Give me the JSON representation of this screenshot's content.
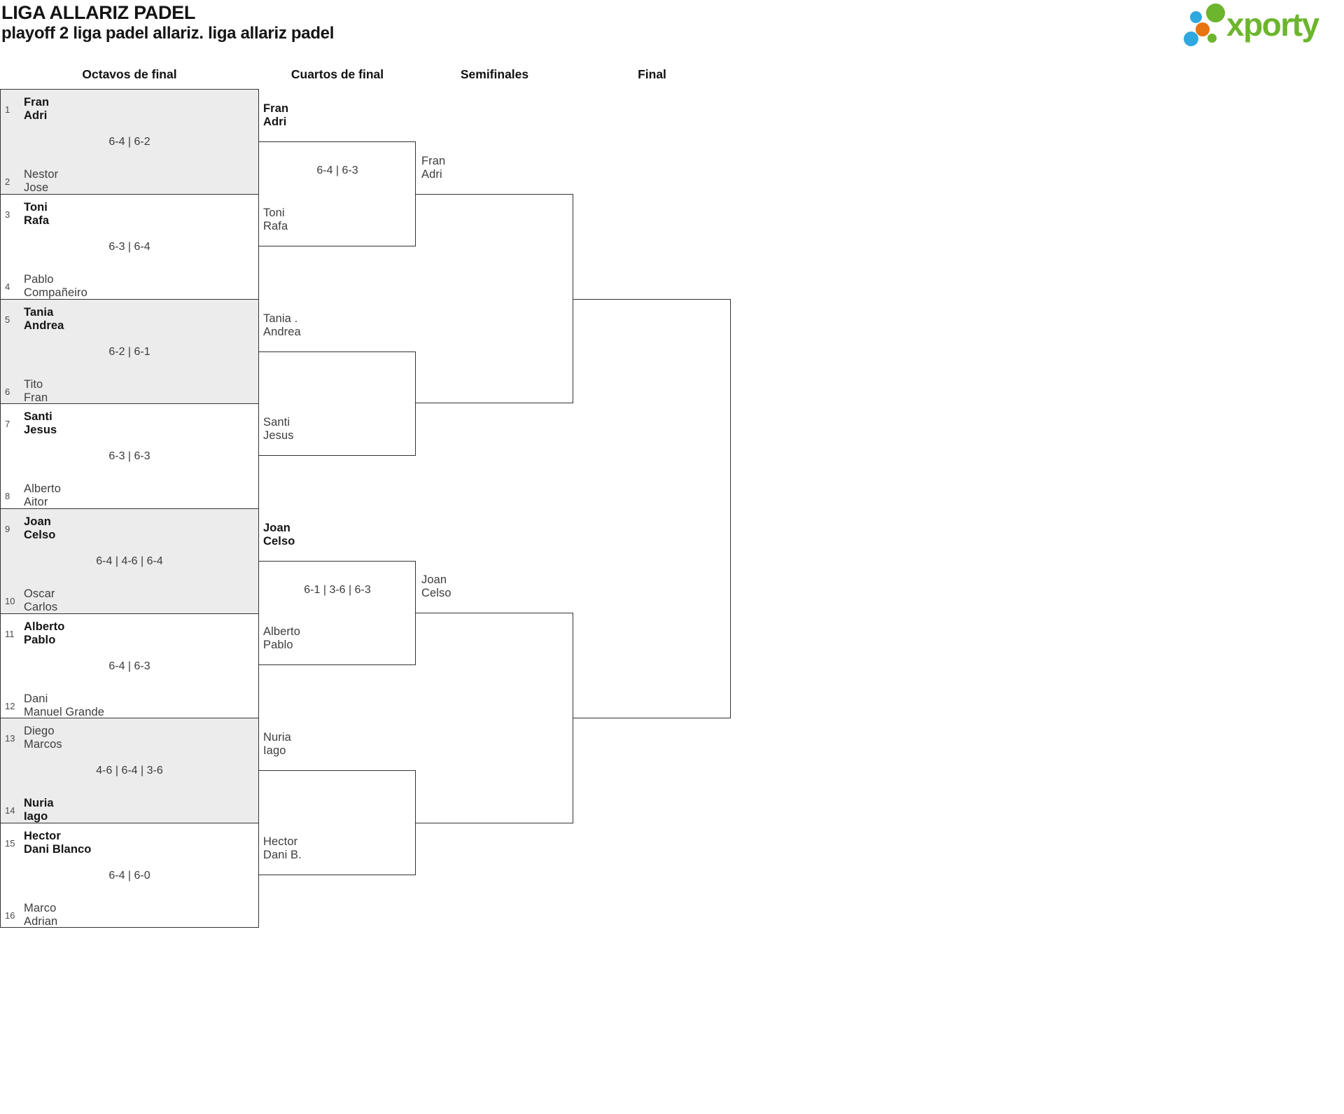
{
  "header": {
    "title": "LIGA ALLARIZ PADEL",
    "subtitle": "playoff 2 liga padel allariz. liga allariz padel"
  },
  "logo": {
    "wordmark": "xporty"
  },
  "rounds": [
    {
      "label": "Octavos de final"
    },
    {
      "label": "Cuartos de final"
    },
    {
      "label": "Semifinales"
    },
    {
      "label": "Final"
    }
  ],
  "octavos": [
    {
      "seed_top": "1",
      "top": [
        "Fran",
        "Adri"
      ],
      "score": "6-4 | 6-2",
      "seed_bottom": "2",
      "bottom": [
        "Nestor",
        "Jose"
      ]
    },
    {
      "seed_top": "3",
      "top": [
        "Toni",
        "Rafa"
      ],
      "score": "6-3 | 6-4",
      "seed_bottom": "4",
      "bottom": [
        "Pablo",
        "Compañeiro"
      ]
    },
    {
      "seed_top": "5",
      "top": [
        "Tania",
        "Andrea"
      ],
      "score": "6-2 | 6-1",
      "seed_bottom": "6",
      "bottom": [
        "Tito",
        "Fran"
      ]
    },
    {
      "seed_top": "7",
      "top": [
        "Santi",
        "Jesus"
      ],
      "score": "6-3 | 6-3",
      "seed_bottom": "8",
      "bottom": [
        "Alberto",
        "Aitor"
      ]
    },
    {
      "seed_top": "9",
      "top": [
        "Joan",
        "Celso"
      ],
      "score": "6-4 | 4-6 | 6-4",
      "seed_bottom": "10",
      "bottom": [
        "Oscar",
        "Carlos"
      ]
    },
    {
      "seed_top": "11",
      "top": [
        "Alberto",
        "Pablo"
      ],
      "score": "6-4 | 6-3",
      "seed_bottom": "12",
      "bottom": [
        "Dani",
        "Manuel Grande"
      ]
    },
    {
      "seed_top": "13",
      "top": [
        "Diego",
        "Marcos"
      ],
      "score": "4-6 | 6-4 | 3-6",
      "seed_bottom": "14",
      "bottom": [
        "Nuria",
        "Iago"
      ]
    },
    {
      "seed_top": "15",
      "top": [
        "Hector",
        "Dani Blanco"
      ],
      "score": "6-4 | 6-0",
      "seed_bottom": "16",
      "bottom": [
        "Marco",
        "Adrian"
      ]
    }
  ],
  "cuartos": [
    {
      "top": [
        "Fran",
        "Adri"
      ],
      "score": "6-4 | 6-3",
      "bottom": [
        "Toni",
        "Rafa"
      ]
    },
    {
      "top": [
        "Tania .",
        "Andrea"
      ],
      "bottom": [
        "Santi",
        "Jesus"
      ]
    },
    {
      "top": [
        "Joan",
        "Celso"
      ],
      "score": "6-1 | 3-6 | 6-3",
      "bottom": [
        "Alberto",
        "Pablo"
      ]
    },
    {
      "top": [
        "Nuria",
        "Iago"
      ],
      "bottom": [
        "Hector",
        "Dani B."
      ]
    }
  ],
  "semis": [
    {
      "top": [
        "Fran",
        "Adri"
      ]
    },
    {
      "top": [
        "Joan",
        "Celso"
      ]
    }
  ],
  "colors": {
    "box_gray": "#ececec",
    "line": "#333333",
    "logo_green": "#6cb52d",
    "logo_blue": "#2fa8df",
    "logo_orange": "#e87411"
  }
}
